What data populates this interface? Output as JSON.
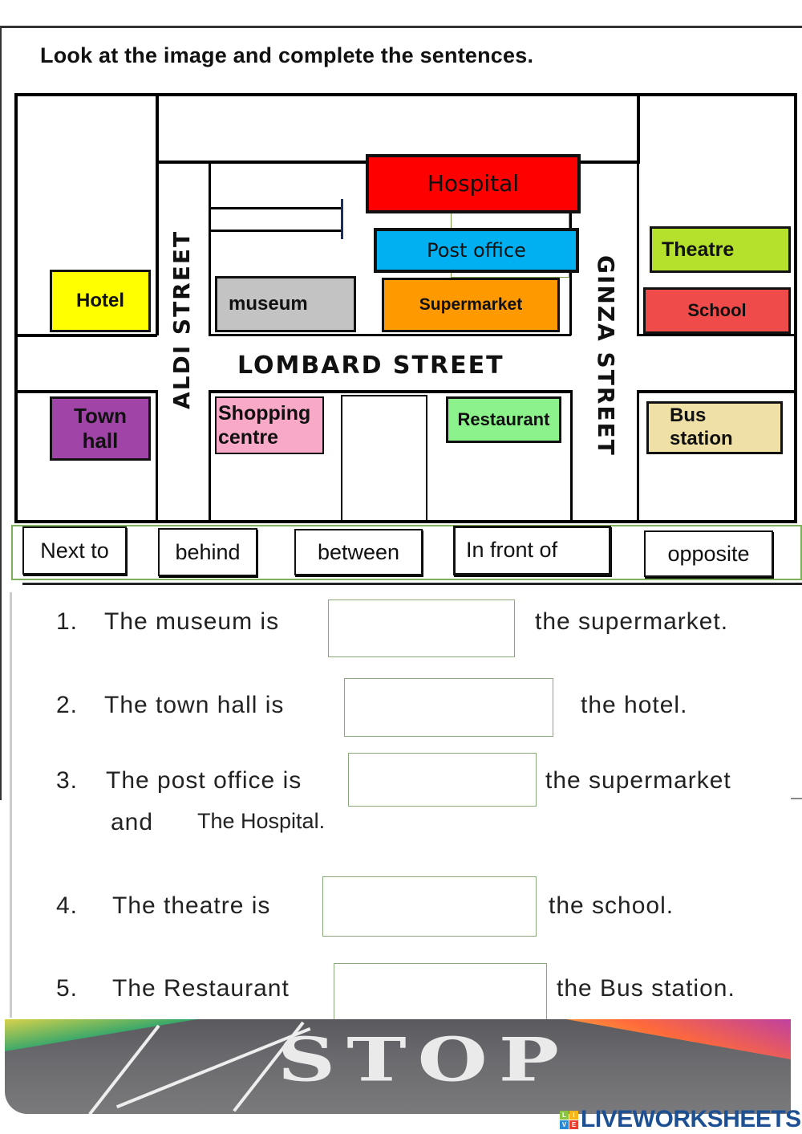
{
  "instructions": "Look at the image and complete the sentences.",
  "map": {
    "streets": {
      "aldi": "ALDI STREET",
      "lombard": "LOMBARD STREET",
      "ginza": "GINZA STREET"
    },
    "buildings": {
      "hospital": {
        "label": "Hospital",
        "color": "#ff0000"
      },
      "post_office": {
        "label": "Post office",
        "color": "#00b0f0"
      },
      "theatre": {
        "label": "Theatre",
        "color": "#b5e02c"
      },
      "hotel": {
        "label": "Hotel",
        "color": "#ffff00"
      },
      "museum": {
        "label": "museum",
        "color": "#c3c3c3"
      },
      "supermarket": {
        "label": "Supermarket",
        "color": "#ff9900"
      },
      "school": {
        "label": "School",
        "color": "#f04b4b"
      },
      "town_hall": {
        "label": "Town hall",
        "line1": "Town",
        "line2": "hall",
        "color": "#a044a8"
      },
      "shopping_centre": {
        "label": "Shopping centre",
        "line1": "Shopping",
        "line2": "centre",
        "color": "#f9a9c8"
      },
      "restaurant": {
        "label": "Restaurant",
        "color": "#8cf28c"
      },
      "bus_station": {
        "label": "Bus station",
        "line1": "Bus",
        "line2": "station",
        "color": "#efe0a6"
      }
    }
  },
  "word_bank": [
    "Next to",
    "behind",
    "between",
    "In front of",
    "opposite"
  ],
  "questions": [
    {
      "num": "1.",
      "before": "The museum is",
      "after": "the  supermarket.",
      "answer": ""
    },
    {
      "num": "2.",
      "before": "The town hall  is",
      "after": "the  hotel.",
      "answer": ""
    },
    {
      "num": "3.",
      "before": "The post office is",
      "after": "the  supermarket",
      "cont_and": "and",
      "cont_rest": "The Hospital.",
      "answer": ""
    },
    {
      "num": "4.",
      "before": "The theatre is",
      "after": "the  school.",
      "answer": ""
    },
    {
      "num": "5.",
      "before": "The Restaurant",
      "after": "the  Bus station.",
      "answer": ""
    }
  ],
  "photo": {
    "text": "STOP"
  },
  "logo": {
    "text": "LIVEWORKSHEETS",
    "tiles": [
      "L",
      "I",
      "V",
      "E"
    ]
  }
}
